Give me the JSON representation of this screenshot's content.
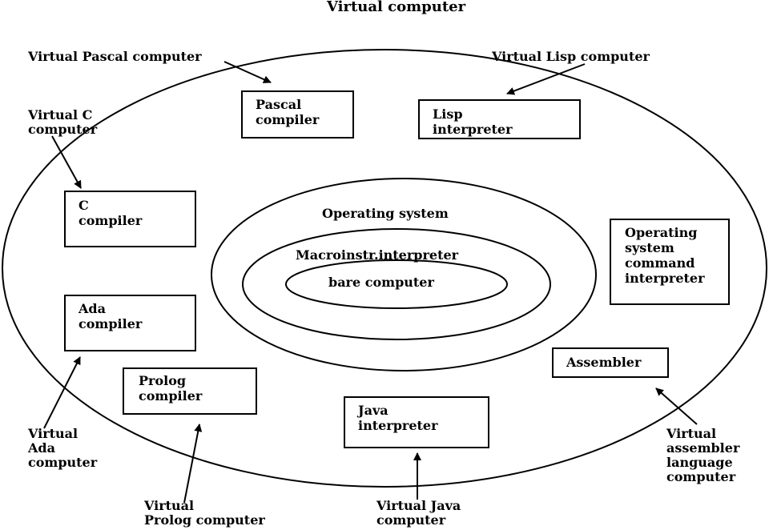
{
  "title": "Virtual computer",
  "rings": {
    "os": "Operating system",
    "macro": "Macroinstr.interpreter",
    "bare": "bare   computer"
  },
  "boxes": {
    "pascal": "Pascal\ncompiler",
    "lisp": "Lisp\ninterpreter",
    "c": "C\ncompiler",
    "os_cmd": "Operating\nsystem\ncommand\ninterpreter",
    "ada": "Ada\ncompiler",
    "assembler": "Assembler",
    "prolog": "Prolog\ncompiler",
    "java": "Java\ninterpreter"
  },
  "labels": {
    "v_pascal": "Virtual Pascal computer",
    "v_lisp": "Virtual Lisp computer",
    "v_c": "Virtual C\ncomputer",
    "v_ada": "Virtual\nAda\ncomputer",
    "v_prolog": "Virtual\nProlog  computer",
    "v_java": "Virtual  Java\ncomputer",
    "v_asm": "Virtual\nassembler\nlanguage\ncomputer"
  }
}
